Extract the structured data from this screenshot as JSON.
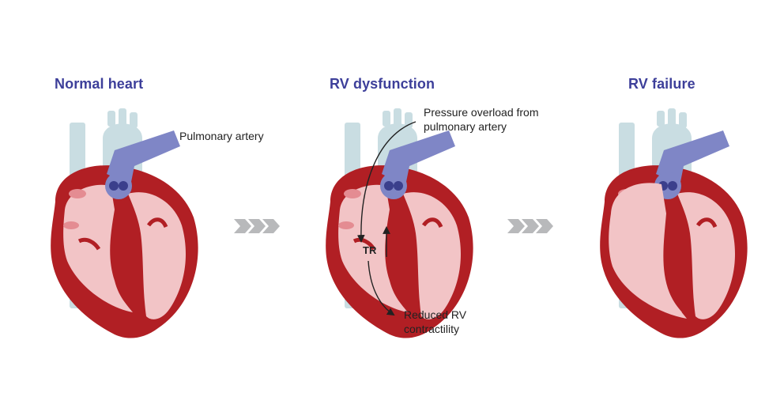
{
  "panels": [
    {
      "title": "Normal heart"
    },
    {
      "title": "RV dysfunction"
    },
    {
      "title": "RV failure"
    }
  ],
  "annotations": {
    "pulmonary_artery": "Pulmonary artery",
    "pressure_overload_line1": "Pressure overload from",
    "pressure_overload_line2": "pulmonary artery",
    "tr": "TR",
    "reduced_rv_line1": "Reduced RV",
    "reduced_rv_line2": "contractility"
  },
  "colors": {
    "title": "#3d3f9a",
    "myocardium": "#b11f24",
    "chamber": "#f2c4c6",
    "vessel_blue": "#c9dde2",
    "pulmonary_artery": "#7f86c6",
    "arrow_chevron": "#b8b9bb"
  }
}
